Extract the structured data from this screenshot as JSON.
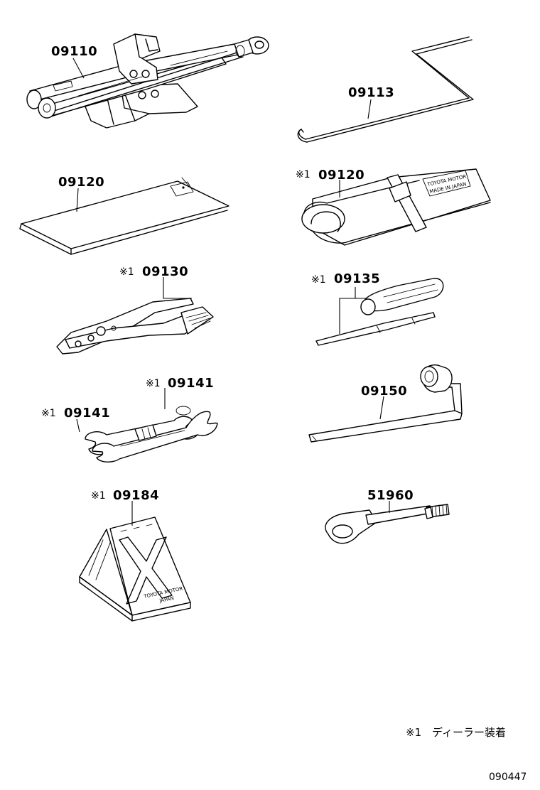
{
  "labels": {
    "jack": "09110",
    "handle": "09113",
    "mat": "09120",
    "bag_mark": "※1",
    "bag": "09120",
    "pliers_mark": "※1",
    "pliers": "09130",
    "screwdriver_mark": "※1",
    "screwdriver": "09135",
    "wrench_a_mark": "※1",
    "wrench_a": "09141",
    "wrench_b_mark": "※1",
    "wrench_b": "09141",
    "lug_wrench": "09150",
    "chock_mark": "※1",
    "chock": "09184",
    "tow_hook": "51960"
  },
  "imprints": {
    "bag_line1": "TOYOTA  MOTOR",
    "bag_line2": "MADE IN JAPAN",
    "chock_line1": "TOYOTA MOTOR",
    "chock_line2": "JAPAN"
  },
  "footnote": {
    "mark": "※1",
    "text": "ディーラー装着"
  },
  "figure_code": "090447"
}
